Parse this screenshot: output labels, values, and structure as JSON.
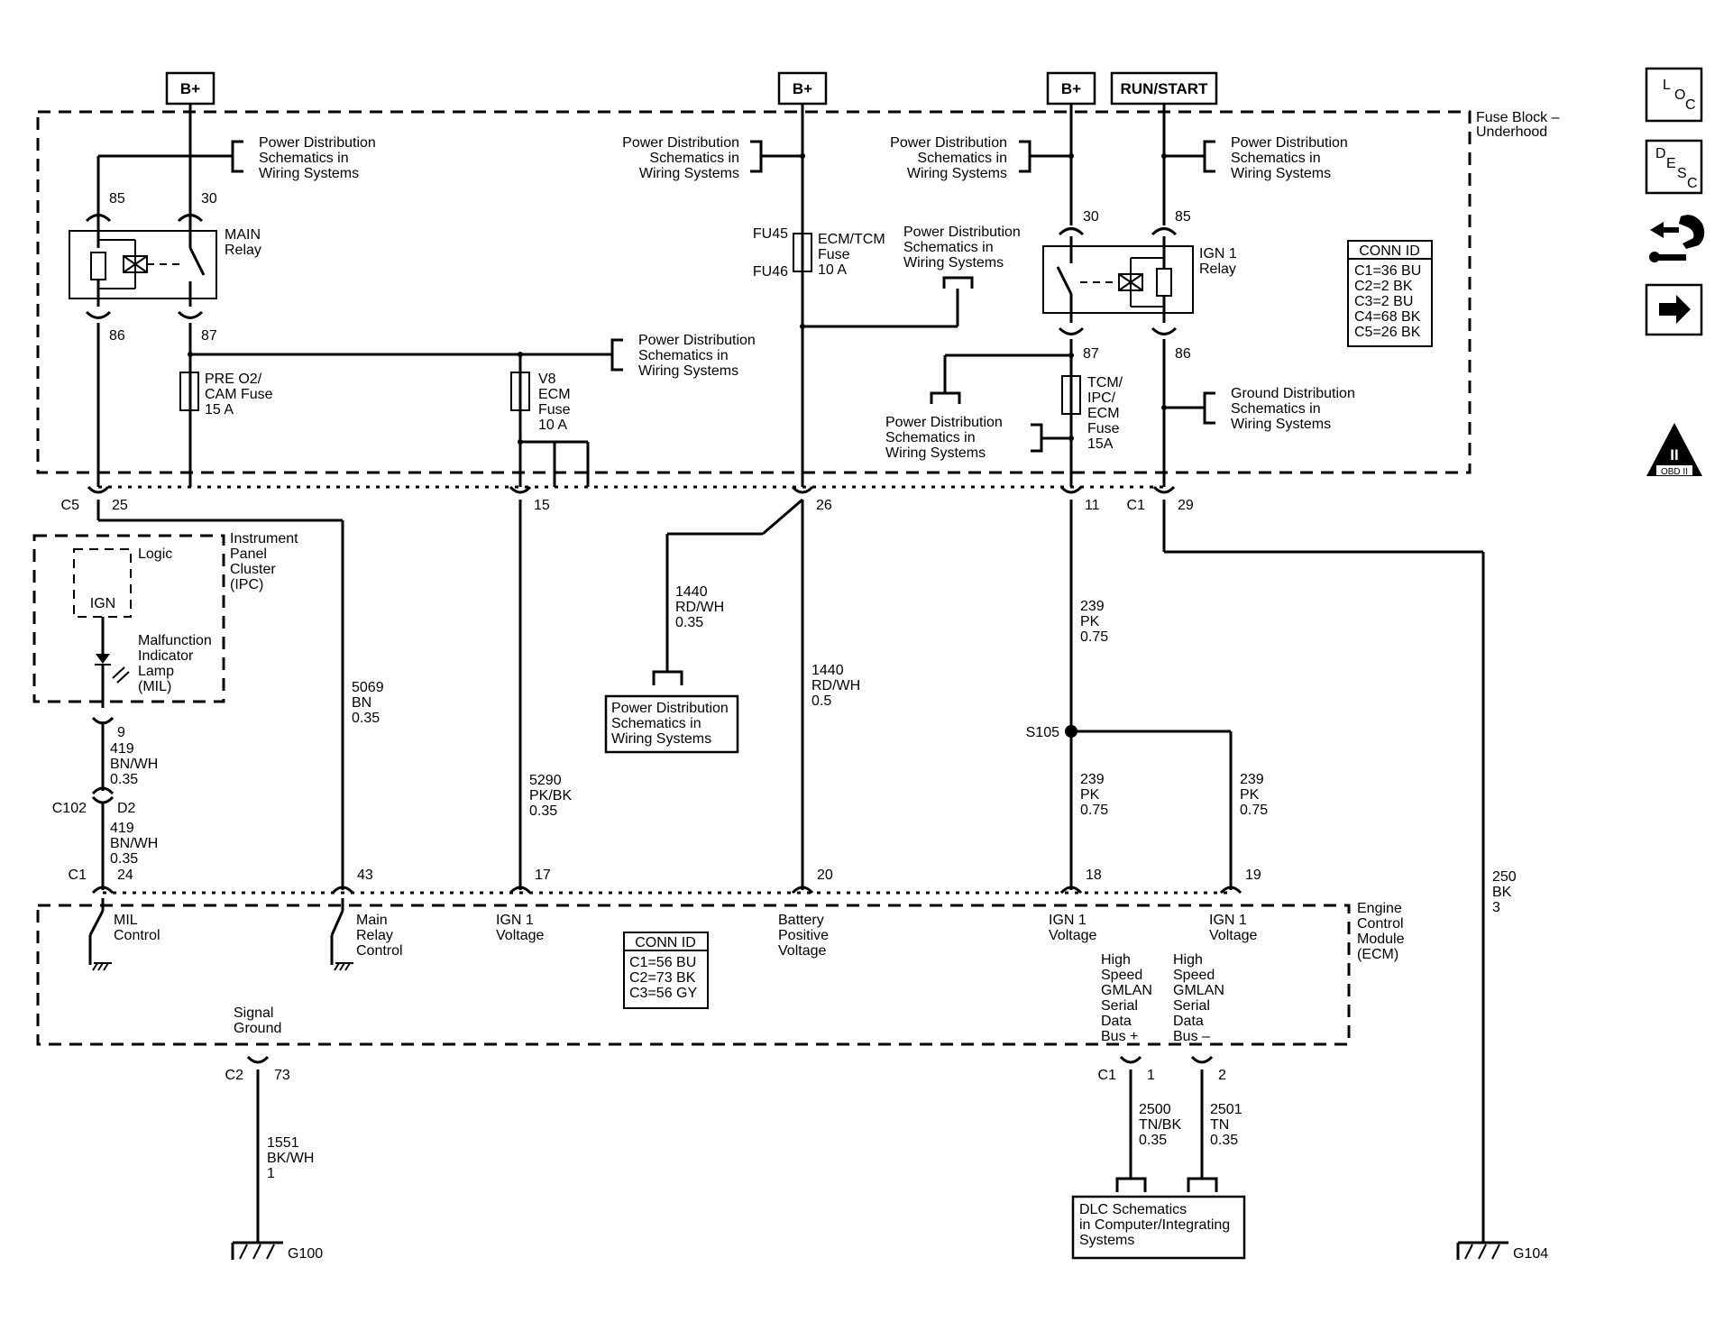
{
  "sources": {
    "bplus": "B+",
    "run_start": "RUN/START"
  },
  "fuse_block": {
    "title_l1": "Fuse Block –",
    "title_l2": "Underhood"
  },
  "ref_power": [
    "Power Distribution",
    "Schematics in",
    "Wiring Systems"
  ],
  "ref_ground": [
    "Ground Distribution",
    "Schematics in",
    "Wiring Systems"
  ],
  "ref_dlc": [
    "DLC Schematics",
    "in Computer/Integrating",
    "Systems"
  ],
  "main_relay": {
    "label": [
      "MAIN",
      "Relay"
    ],
    "pins": {
      "p85": "85",
      "p30": "30",
      "p86": "86",
      "p87": "87"
    }
  },
  "ign1_relay": {
    "label": [
      "IGN 1",
      "Relay"
    ],
    "pins": {
      "p30": "30",
      "p85": "85",
      "p87": "87",
      "p86": "86"
    }
  },
  "fuses": {
    "pre_o2": [
      "PRE O2/",
      "CAM Fuse",
      "15 A"
    ],
    "v8_ecm": [
      "V8",
      "ECM",
      "Fuse",
      "10 A"
    ],
    "ecm_tcm": [
      "ECM/TCM",
      "Fuse",
      "10 A"
    ],
    "fu45": "FU45",
    "fu46": "FU46",
    "tcm_ipc": [
      "TCM/",
      "IPC/",
      "ECM",
      "Fuse",
      "15A"
    ]
  },
  "conn_fuse": {
    "title": "CONN ID",
    "lines": [
      "C1=36 BU",
      "C2=2 BK",
      "C3=2 BU",
      "C4=68 BK",
      "C5=26 BK"
    ]
  },
  "conn_ecm": {
    "title": "CONN ID",
    "lines": [
      "C1=56 BU",
      "C2=73 BK",
      "C3=56 GY"
    ]
  },
  "fb_terminals": {
    "c5": "C5",
    "p25": "25",
    "p15": "15",
    "p26": "26",
    "p11": "11",
    "c1": "C1",
    "p29": "29"
  },
  "ipc": {
    "title": [
      "Instrument",
      "Panel",
      "Cluster",
      "(IPC)"
    ],
    "logic": "Logic",
    "ign": "IGN",
    "mil": [
      "Malfunction",
      "Indicator",
      "Lamp",
      "(MIL)"
    ]
  },
  "wires": {
    "w419a": [
      "419",
      "BN/WH",
      "0.35"
    ],
    "w419b": [
      "419",
      "BN/WH",
      "0.35"
    ],
    "w5069": [
      "5069",
      "BN",
      "0.35"
    ],
    "w5290": [
      "5290",
      "PK/BK",
      "0.35"
    ],
    "w1440a": [
      "1440",
      "RD/WH",
      "0.35"
    ],
    "w1440b": [
      "1440",
      "RD/WH",
      "0.5"
    ],
    "w239a": [
      "239",
      "PK",
      "0.75"
    ],
    "w239b": [
      "239",
      "PK",
      "0.75"
    ],
    "w239c": [
      "239",
      "PK",
      "0.75"
    ],
    "w250": [
      "250",
      "BK",
      "3"
    ],
    "w1551": [
      "1551",
      "BK/WH",
      "1"
    ],
    "w2500": [
      "2500",
      "TN/BK",
      "0.35"
    ],
    "w2501": [
      "2501",
      "TN",
      "0.35"
    ]
  },
  "splice": "S105",
  "ipc_pin": "9",
  "c102": {
    "name": "C102",
    "pin": "D2"
  },
  "ecm_terminals": {
    "c1": "C1",
    "p24": "24",
    "p43": "43",
    "p17": "17",
    "p20": "20",
    "p18": "18",
    "p19": "19"
  },
  "ecm": {
    "title": [
      "Engine",
      "Control",
      "Module",
      "(ECM)"
    ],
    "mil_ctrl": [
      "MIL",
      "Control"
    ],
    "main_relay_ctrl": [
      "Main",
      "Relay",
      "Control"
    ],
    "ign1_a": [
      "IGN 1",
      "Voltage"
    ],
    "battery": [
      "Battery",
      "Positive",
      "Voltage"
    ],
    "ign1_b": [
      "IGN 1",
      "Voltage"
    ],
    "ign1_c": [
      "IGN 1",
      "Voltage"
    ],
    "gmlan_plus": [
      "High",
      "Speed",
      "GMLAN",
      "Serial",
      "Data",
      "Bus +"
    ],
    "gmlan_minus": [
      "High",
      "Speed",
      "GMLAN",
      "Serial",
      "Data",
      "Bus –"
    ],
    "signal_ground": [
      "Signal",
      "Ground"
    ]
  },
  "bottom_terms": {
    "c2": "C2",
    "p73": "73",
    "c1": "C1",
    "p1": "1",
    "p2": "2"
  },
  "grounds": {
    "g100": "G100",
    "g104": "G104"
  },
  "side_icons": {
    "loc": [
      "L",
      "O",
      "C"
    ],
    "desc": [
      "D",
      "E",
      "S",
      "C"
    ],
    "obd": [
      "II",
      "OBD II"
    ]
  },
  "icon_names": [
    "loc-icon",
    "desc-icon",
    "wrench-icon",
    "arrow-right-icon",
    "obd-ii-icon"
  ]
}
